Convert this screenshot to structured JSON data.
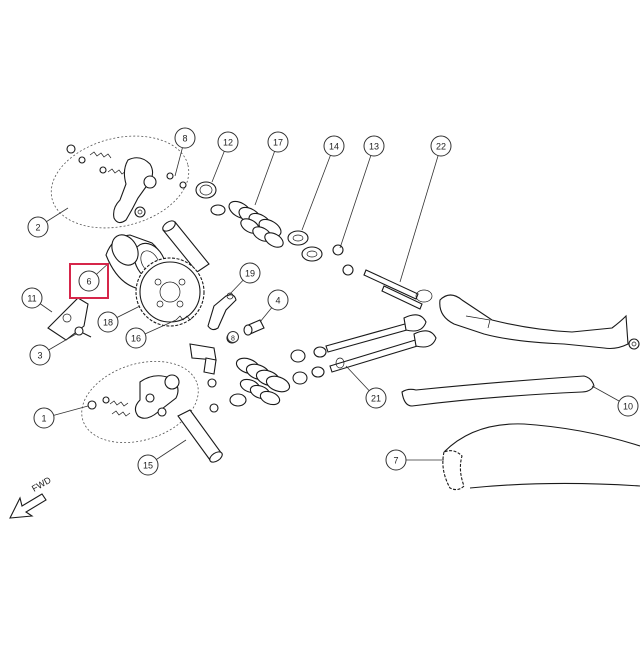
{
  "colors": {
    "line": "#1a1a1a",
    "highlight": "#d6264a",
    "background": "#ffffff"
  },
  "callouts": [
    {
      "id": "c8a",
      "label": "8"
    },
    {
      "id": "c12",
      "label": "12"
    },
    {
      "id": "c17",
      "label": "17"
    },
    {
      "id": "c14",
      "label": "14"
    },
    {
      "id": "c13",
      "label": "13"
    },
    {
      "id": "c22",
      "label": "22"
    },
    {
      "id": "c2",
      "label": "2"
    },
    {
      "id": "c6",
      "label": "6",
      "highlighted": true
    },
    {
      "id": "c11",
      "label": "11"
    },
    {
      "id": "c3",
      "label": "3"
    },
    {
      "id": "c18",
      "label": "18"
    },
    {
      "id": "c16",
      "label": "16"
    },
    {
      "id": "c19",
      "label": "19"
    },
    {
      "id": "c4",
      "label": "4"
    },
    {
      "id": "c8b",
      "label": "8"
    },
    {
      "id": "c1",
      "label": "1"
    },
    {
      "id": "c15",
      "label": "15"
    },
    {
      "id": "c21",
      "label": "21"
    },
    {
      "id": "c10",
      "label": "10"
    },
    {
      "id": "c7",
      "label": "7"
    }
  ],
  "direction": {
    "label": "FWD",
    "icon": "arrow-down-left-icon"
  }
}
